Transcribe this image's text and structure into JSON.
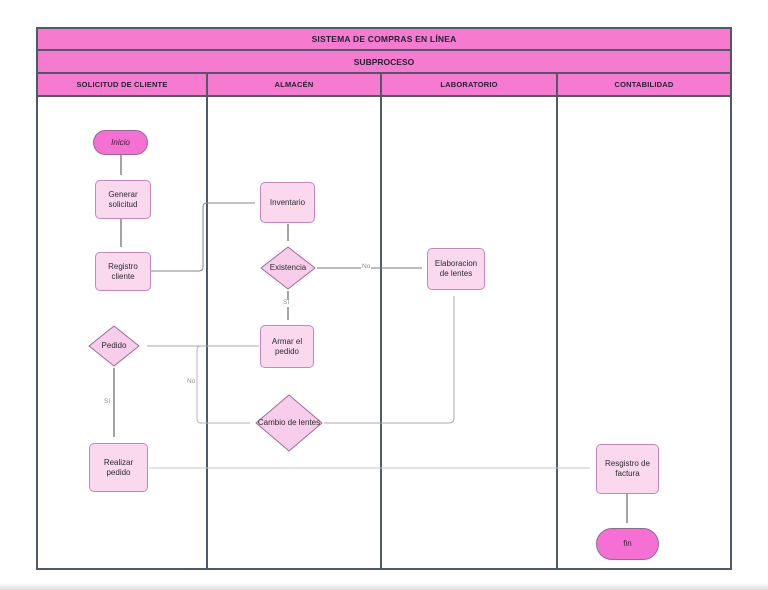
{
  "diagram": {
    "title": "SISTEMA DE COMPRAS EN LÍNEA",
    "subtitle": "SUBPROCESO",
    "lanes": [
      {
        "id": "solicitud-de-cliente",
        "label": "SOLICITUD DE CLIENTE"
      },
      {
        "id": "almacen",
        "label": "ALMACÉN"
      },
      {
        "id": "laboratorio",
        "label": "LABORATORIO"
      },
      {
        "id": "contabilidad",
        "label": "CONTABILIDAD"
      }
    ],
    "nodes": {
      "inicio": {
        "type": "terminator",
        "lane": "SOLICITUD DE CLIENTE",
        "label": "Inicio"
      },
      "generar_solicitud": {
        "type": "process",
        "lane": "SOLICITUD DE CLIENTE",
        "label": "Generar solicitud"
      },
      "registro_cliente": {
        "type": "process",
        "lane": "SOLICITUD DE CLIENTE",
        "label": "Registro cliente"
      },
      "pedido": {
        "type": "decision",
        "lane": "SOLICITUD DE CLIENTE",
        "label": "Pedido"
      },
      "realizar_pedido": {
        "type": "process",
        "lane": "SOLICITUD DE CLIENTE",
        "label": "Realizar pedido"
      },
      "inventario": {
        "type": "process",
        "lane": "ALMACÉN",
        "label": "Inventario"
      },
      "existencia": {
        "type": "decision",
        "lane": "ALMACÉN",
        "label": "Existencia"
      },
      "armar_pedido": {
        "type": "process",
        "lane": "ALMACÉN",
        "label": "Armar el pedido"
      },
      "cambio_lentes": {
        "type": "decision",
        "lane": "ALMACÉN",
        "label": "Cambio de lentes"
      },
      "elaboracion_lentes": {
        "type": "process",
        "lane": "LABORATORIO",
        "label": "Elaboracion de lentes"
      },
      "resgistro_factura": {
        "type": "process",
        "lane": "CONTABILIDAD",
        "label": "Resgistro de factura"
      },
      "fin": {
        "type": "terminator",
        "lane": "CONTABILIDAD",
        "label": "fin"
      }
    },
    "edges": [
      {
        "from": "inicio",
        "to": "generar_solicitud"
      },
      {
        "from": "generar_solicitud",
        "to": "registro_cliente"
      },
      {
        "from": "registro_cliente",
        "to": "inventario"
      },
      {
        "from": "inventario",
        "to": "existencia"
      },
      {
        "from": "existencia",
        "to": "elaboracion_lentes",
        "label": "No"
      },
      {
        "from": "existencia",
        "to": "armar_pedido",
        "label": "Sí"
      },
      {
        "from": "armar_pedido",
        "to": "pedido"
      },
      {
        "from": "pedido",
        "to": "cambio_lentes",
        "label": "No"
      },
      {
        "from": "pedido",
        "to": "realizar_pedido",
        "label": "Sí"
      },
      {
        "from": "cambio_lentes",
        "to": "elaboracion_lentes"
      },
      {
        "from": "realizar_pedido",
        "to": "resgistro_factura"
      },
      {
        "from": "resgistro_factura",
        "to": "fin"
      }
    ],
    "edge_labels": {
      "existencia_no": "No",
      "existencia_si": "Sí",
      "pedido_no": "No",
      "pedido_si": "Sí"
    },
    "colors": {
      "header_fill": "#f67bd0",
      "terminator_fill": "#f570d2",
      "process_fill": "#fad9ef",
      "process_border": "#c786bb",
      "decision_fill": "#f8cdeb",
      "decision_border": "#9a6c94",
      "table_border": "#4e5a68",
      "connector": "#8a8a90"
    }
  }
}
